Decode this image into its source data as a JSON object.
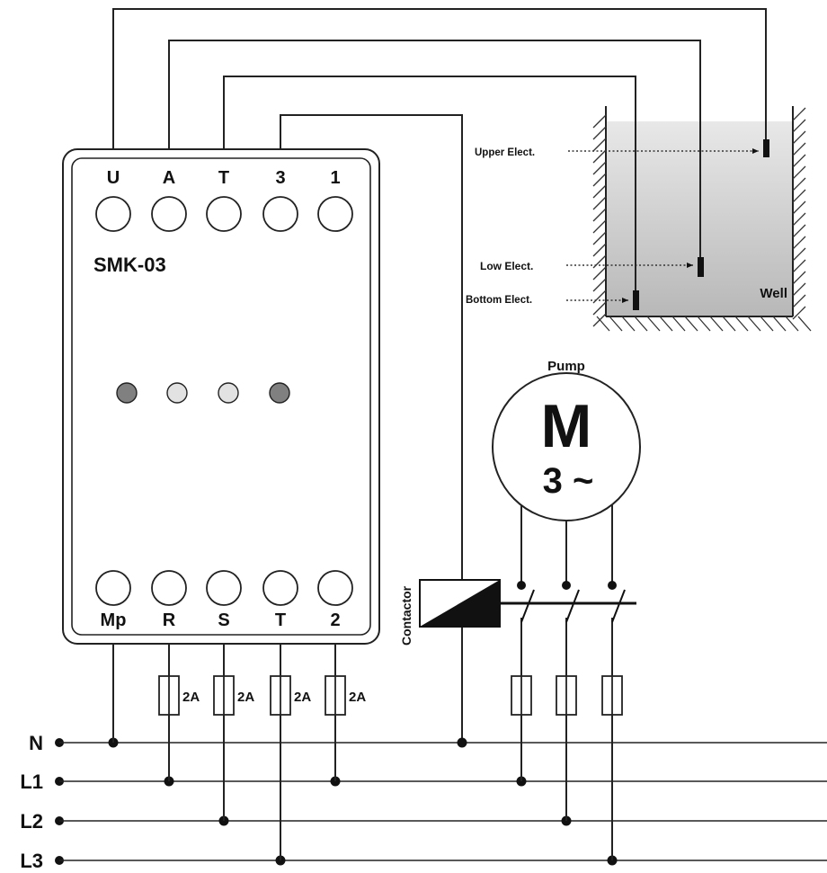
{
  "device": {
    "model": "SMK-03",
    "top_terminals": [
      "U",
      "A",
      "T",
      "3",
      "1"
    ],
    "bottom_terminals": [
      "Mp",
      "R",
      "S",
      "T",
      "2"
    ],
    "leds": [
      {
        "state": "dark",
        "color": "#808080"
      },
      {
        "state": "light",
        "color": "#e2e2e2"
      },
      {
        "state": "light",
        "color": "#e2e2e2"
      },
      {
        "state": "dark",
        "color": "#808080"
      }
    ]
  },
  "fuses": {
    "control": [
      "2A",
      "2A",
      "2A",
      "2A"
    ]
  },
  "well": {
    "label": "Well",
    "electrodes": {
      "upper": "Upper Elect.",
      "low": "Low Elect.",
      "bottom": "Bottom Elect."
    }
  },
  "pump": {
    "label": "Pump",
    "motor_symbol": "M",
    "motor_phase": "3 ~"
  },
  "contactor": {
    "label": "Contactor"
  },
  "lines": [
    "N",
    "L1",
    "L2",
    "L3"
  ],
  "colors": {
    "water_top": "#d4d4d4",
    "water_bottom": "#b4b4b4",
    "led_dark": "#808080",
    "led_light": "#e2e2e2"
  }
}
